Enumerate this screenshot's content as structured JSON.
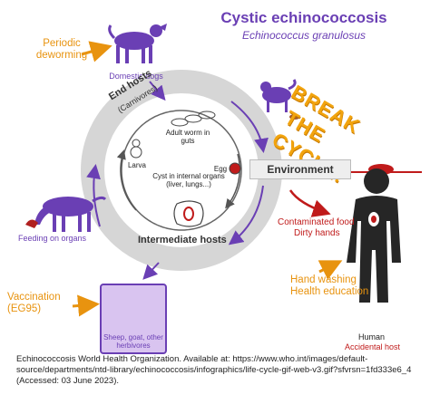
{
  "title": "Cystic echinococcosis",
  "subtitle": "Echinococcus granulosus",
  "break_cycle": {
    "line1": "BREAK",
    "line2": "THE CYCLE!"
  },
  "left_labels": {
    "periodic_deworming": "Periodic deworming",
    "domestic_dogs": "Domestic dogs",
    "feeding_on_organs": "Feeding on organs",
    "vaccination": "Vaccination (EG95)",
    "sheep_goat": "Sheep, goat, other herbivores"
  },
  "cycle": {
    "end_hosts": "End hosts",
    "carnivores": "(Carnivores)",
    "intermediate_hosts": "Intermediate hosts",
    "adult_worm": "Adult worm in guts",
    "larva": "Larva",
    "egg": "Egg",
    "cyst": "Cyst in internal organs (liver, lungs...)"
  },
  "environment": "Environment",
  "right_labels": {
    "contaminated_food": "Contaminated food",
    "dirty_hands": "Dirty hands",
    "hand_washing": "Hand washing",
    "health_education": "Health education",
    "human": "Human",
    "accidental_host": "Accidental host"
  },
  "citation": "Echinococcosis World Health Organization. Available at: https://www.who.int/images/default-source/departments/ntd-library/echinococcosis/infographics/life-cycle-gif-web-v3.gif?sfvrsn=1fd333e6_4 (Accessed: 03 June 2023).",
  "colors": {
    "purple": "#6a3fb4",
    "orange": "#e8930f",
    "red": "#c01b1b",
    "cycle_gray": "#cfcfcf"
  }
}
